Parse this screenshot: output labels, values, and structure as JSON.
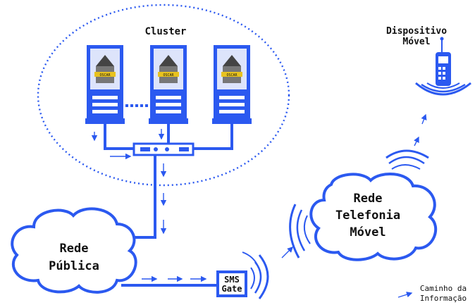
{
  "labels": {
    "cluster": "Cluster",
    "device_line1": "Dispositivo",
    "device_line2": "Móvel",
    "public_net_line1": "Rede",
    "public_net_line2": "Pública",
    "mobile_net_line1": "Rede",
    "mobile_net_line2": "Telefonia",
    "mobile_net_line3": "Móvel",
    "sms_line1": "SMS",
    "sms_line2": "Gate",
    "legend_line1": "Caminho da",
    "legend_line2": "Informação",
    "server_badge": "OSCAR"
  },
  "colors": {
    "primary": "#2b59f0",
    "light": "#7f9cf6",
    "background": "#ffffff",
    "text": "#111111"
  }
}
